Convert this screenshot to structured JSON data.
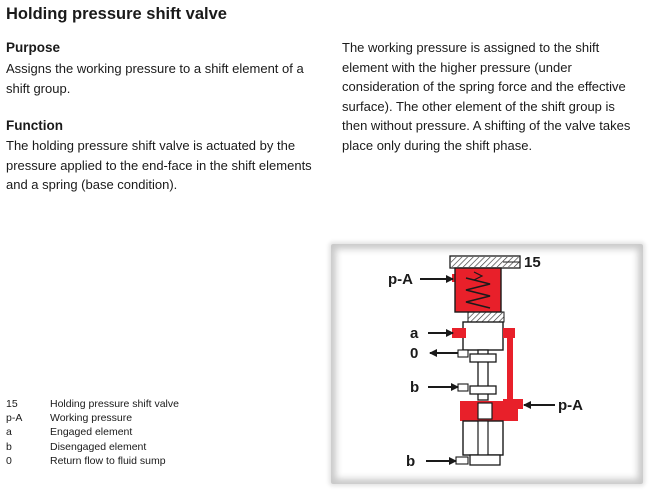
{
  "title": "Holding pressure shift valve",
  "purpose": {
    "heading": "Purpose",
    "text": "Assigns the working pressure to a shift element of a shift group."
  },
  "function": {
    "heading": "Function",
    "text": "The holding pressure shift valve is actuated by the pressure applied to the end-face in the shift elements and a spring (base condition)."
  },
  "right_text": "The working pressure is assigned to the shift element with the higher pressure (under consideration of the spring force and the effective surface). The other element of the shift group is then without pressure. A shifting of the valve takes place only during the shift phase.",
  "legend": [
    {
      "key": "15",
      "label": "Holding pressure shift valve"
    },
    {
      "key": "p-A",
      "label": "Working pressure"
    },
    {
      "key": "a",
      "label": "Engaged element"
    },
    {
      "key": "b",
      "label": "Disengaged element"
    },
    {
      "key": "0",
      "label": "Return flow to fluid sump"
    }
  ],
  "diagram": {
    "label_15": "15",
    "label_pA_top": "p-A",
    "label_a": "a",
    "label_0": "0",
    "label_b_mid": "b",
    "label_pA_right": "p-A",
    "label_b_bottom": "b",
    "pressure_color": "#e8202a"
  }
}
